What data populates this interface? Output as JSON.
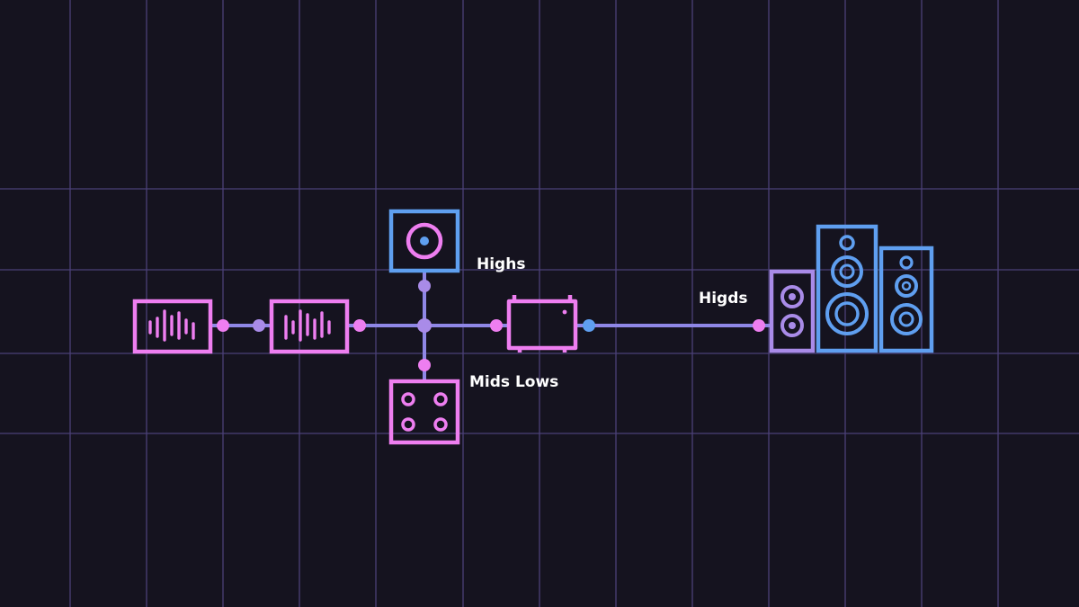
{
  "labels": {
    "highs": "Highs",
    "mids_lows": "Mids Lows",
    "higds": "Higds"
  },
  "colors": {
    "background": "#15131f",
    "grid": "#5e4f96",
    "wire": "#8f87e6",
    "pink": "#ee7ef0",
    "blue": "#5f9ff0",
    "purple": "#a98be8",
    "text": "#ffffff"
  },
  "icons": {
    "source_1": "waveform-icon",
    "source_2": "waveform-icon",
    "highs_driver": "tweeter-icon",
    "mids_lows_driver": "four-knob-icon",
    "crossover": "amplifier-icon",
    "speaker_small": "speaker-icon",
    "speaker_large": "speaker-icon",
    "speaker_medium": "speaker-icon"
  }
}
